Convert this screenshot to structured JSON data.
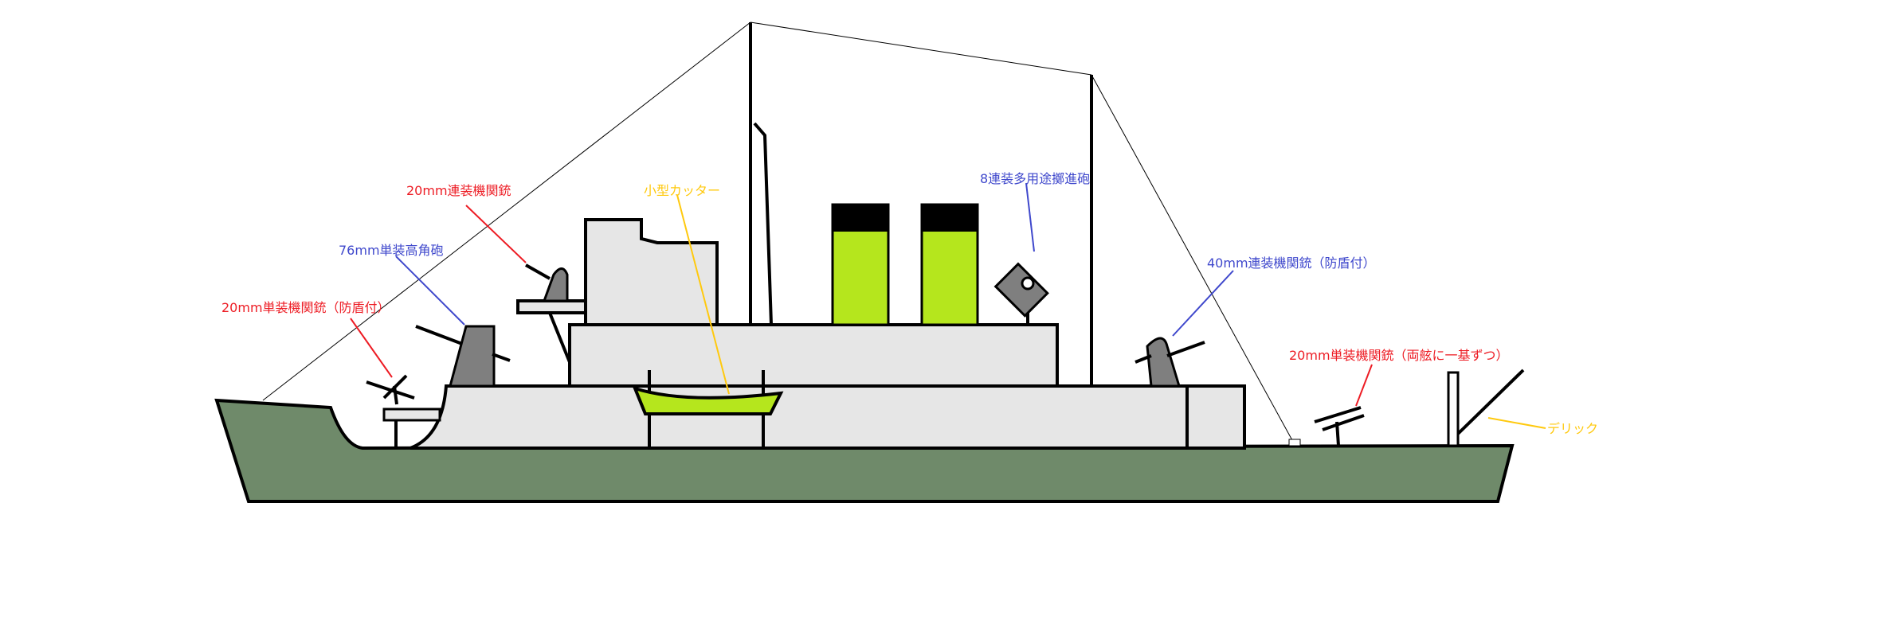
{
  "colors": {
    "hull": "#6f8a6a",
    "superstructure": "#e6e6e6",
    "funnel": "#b5e61d",
    "funnel_cap": "#000000",
    "weapon": "#7f7f7f",
    "cutter": "#b5e61d",
    "red_label": "#ed1c24",
    "blue_label": "#3f48cc",
    "yellow_label": "#ffc90e",
    "outline": "#000000"
  },
  "labels": {
    "mg20_twin_top": "20mm連装機関銃",
    "cutter": "小型カッター",
    "rocket_8": "8連装多用途擲進砲",
    "gun76": "76mm単装高角砲",
    "mg40_twin": "40mm連装機関銃（防盾付）",
    "mg20_single_bow": "20mm単装機関銃（防盾付）",
    "mg20_single_aft": "20mm単装機関銃（両舷に一基ずつ）",
    "derrick": "デリック"
  }
}
